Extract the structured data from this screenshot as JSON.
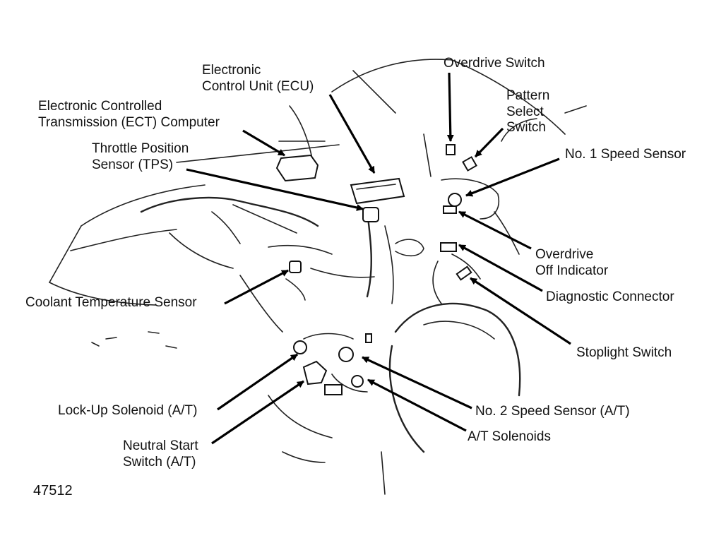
{
  "figure_id": "47512",
  "callouts": {
    "electronic_control_unit": [
      "Electronic",
      "Control Unit (ECU)"
    ],
    "ect_computer": [
      "Electronic Controlled",
      "Transmission (ECT) Computer"
    ],
    "throttle_position_sensor": [
      "Throttle Position",
      "Sensor (TPS)"
    ],
    "coolant_temperature_sensor": [
      "Coolant Temperature Sensor"
    ],
    "lock_up_solenoid": [
      "Lock-Up Solenoid (A/T)"
    ],
    "neutral_start_switch": [
      "Neutral Start",
      "Switch (A/T)"
    ],
    "overdrive_switch": [
      "Overdrive Switch"
    ],
    "pattern_select_switch": [
      "Pattern",
      "Select",
      "Switch"
    ],
    "no1_speed_sensor": [
      "No. 1 Speed Sensor"
    ],
    "overdrive_off_indicator": [
      "Overdrive",
      "Off Indicator"
    ],
    "diagnostic_connector": [
      "Diagnostic Connector"
    ],
    "stoplight_switch": [
      "Stoplight Switch"
    ],
    "no2_speed_sensor": [
      "No. 2 Speed Sensor (A/T)"
    ],
    "at_solenoids": [
      "A/T Solenoids"
    ]
  }
}
